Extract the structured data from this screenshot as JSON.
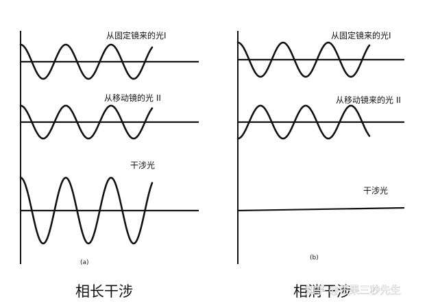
{
  "panel_a": {
    "label_fixed": "从固定镜来的光Ⅰ",
    "label_moving": "从移动镜的光 II",
    "label_interference": "干涉光",
    "subfig": "(a)",
    "caption": "相长干涉"
  },
  "panel_b": {
    "label_fixed": "从固定镜来的光Ⅰ",
    "label_moving": "从移动镜来的光 II",
    "label_interference": "干涉光",
    "subfig": "(b)",
    "caption": "相消干涉"
  },
  "watermark": "知乎 @芒果三秒先生"
}
